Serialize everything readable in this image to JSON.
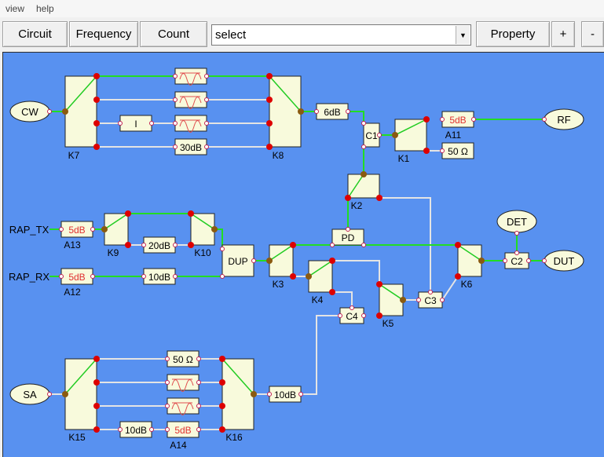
{
  "menu": [
    "view",
    "help"
  ],
  "toolbar": {
    "circuit": "Circuit",
    "frequency": "Frequency",
    "count": "Count",
    "select_value": "select",
    "property": "Property",
    "plus": "+",
    "minus": "-"
  },
  "colors": {
    "canvas": "#5891f0",
    "box_fill": "#f8fadc",
    "active_wire": "#22dd22",
    "inactive_wire": "#e4e4e4",
    "red_dot": "#dd0000",
    "brown_dot": "#8a5a10",
    "attenuator_text": "#e03030"
  },
  "terminals": {
    "cw": "CW",
    "rf": "RF",
    "det": "DET",
    "dut": "DUT",
    "rap_tx": "RAP_TX",
    "rap_rx": "RAP_RX",
    "sa": "SA"
  },
  "switches": {
    "k1": "K1",
    "k2": "K2",
    "k3": "K3",
    "k4": "K4",
    "k5": "K5",
    "k6": "K6",
    "k7": "K7",
    "k8": "K8",
    "k9": "K9",
    "k10": "K10",
    "k15": "K15",
    "k16": "K16"
  },
  "components": {
    "i_block": "I",
    "k7_30db": "30dB",
    "k8_6db": "6dB",
    "a11_label": "A11",
    "a11_value": "5dB",
    "k1_50ohm": "50 Ω",
    "c1": "C1",
    "c2": "C2",
    "c3": "C3",
    "c4": "C4",
    "pd": "PD",
    "a13_label": "A13",
    "a13_value": "5dB",
    "a12_label": "A12",
    "a12_value": "5dB",
    "k9_20db": "20dB",
    "rx_10db": "10dB",
    "dup": "DUP",
    "k15_50ohm": "50 Ω",
    "k15_10db": "10dB",
    "a14_label": "A14",
    "a14_value": "5dB",
    "k16_10db": "10dB"
  },
  "filter_icon": "filter-wave-icon"
}
